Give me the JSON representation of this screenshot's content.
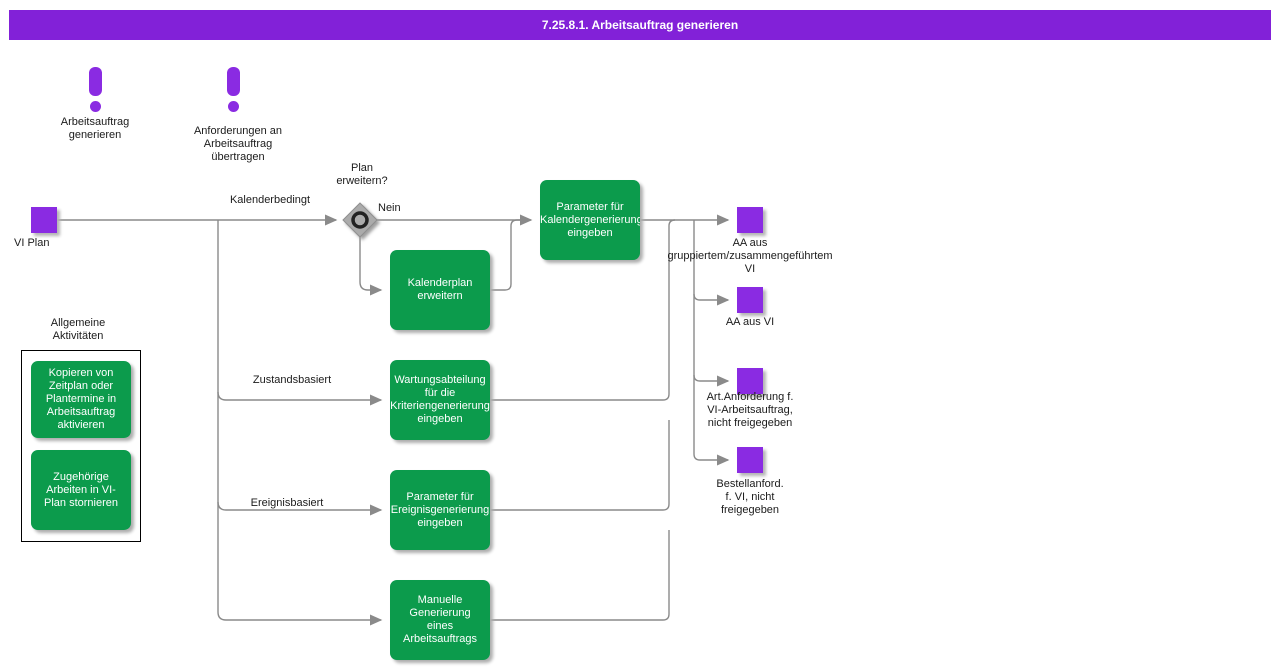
{
  "title_bar": {
    "title": "7.25.8.1. Arbeitsauftrag generieren"
  },
  "colors": {
    "title_bg": "#8221D8",
    "event_purple": "#8A2BE2",
    "task_green": "#0C9B4C",
    "line_gray": "#8A8A8A"
  },
  "events": [
    {
      "label": "Arbeitsauftrag\ngenerieren",
      "icon": "exclamation-icon"
    },
    {
      "label": "Anforderungen an\nArbeitsauftrag\nübertragen",
      "icon": "exclamation-icon"
    }
  ],
  "start": {
    "label": "VI Plan"
  },
  "decision": {
    "question": "Plan\nerweitern?",
    "no_label": "Nein"
  },
  "branches": [
    {
      "label": "Kalenderbedingt"
    },
    {
      "label": "Zustandsbasiert"
    },
    {
      "label": "Ereignisbasiert"
    }
  ],
  "tasks": [
    {
      "label": "Parameter für\nKalendergenerierung\neingeben"
    },
    {
      "label": "Kalenderplan\nerweitern"
    },
    {
      "label": "Wartungsabteilung\nfür die\nKriteriengenerierung\neingeben"
    },
    {
      "label": "Parameter für\nEreignisgenerierung\neingeben"
    },
    {
      "label": "Manuelle\nGenerierung\neines\nArbeitsauftrags"
    }
  ],
  "sidebar": {
    "title": "Allgemeine\nAktivitäten",
    "tasks": [
      {
        "label": "Kopieren von\nZeitplan oder\nPlantermine in\nArbeitsauftrag\naktivieren"
      },
      {
        "label": "Zugehörige\nArbeiten in VI-\nPlan stornieren"
      }
    ]
  },
  "outputs": [
    {
      "label": "AA aus\ngruppiertem/zusammengeführtem\nVI"
    },
    {
      "label": "AA aus VI"
    },
    {
      "label": "Art.Anforderung f.\nVI-Arbeitsauftrag,\nnicht freigegeben"
    },
    {
      "label": "Bestellanford.\nf. VI, nicht\nfreigegeben"
    }
  ]
}
